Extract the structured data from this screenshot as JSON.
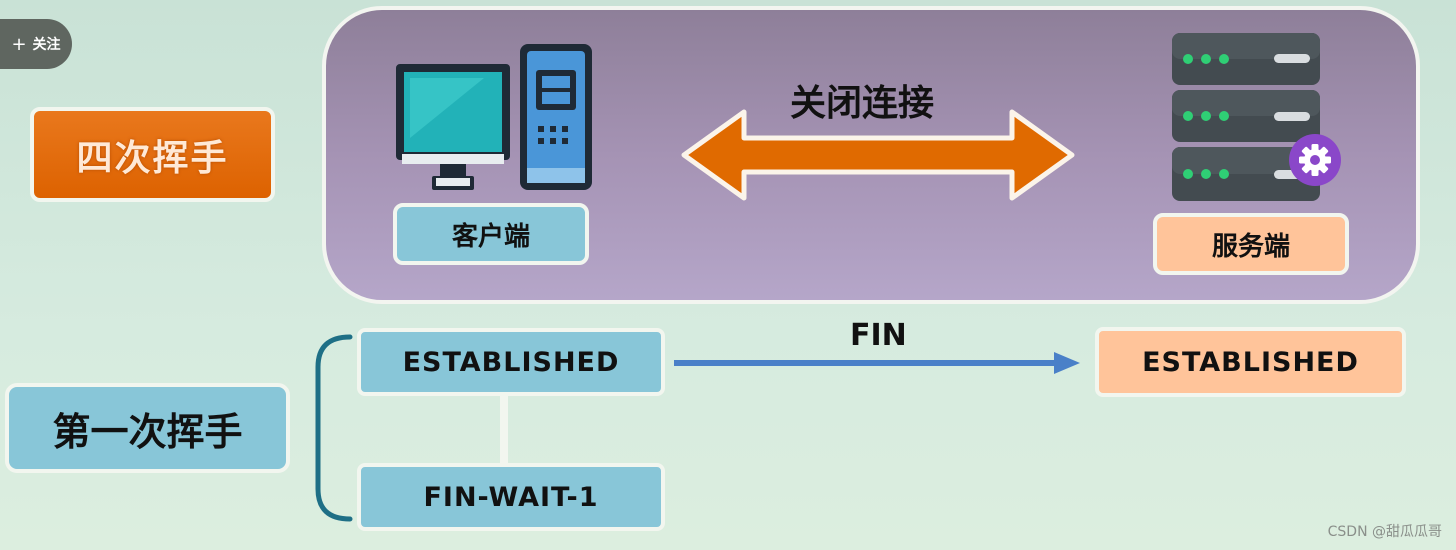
{
  "follow": {
    "icon": "plus-icon",
    "label": "关注"
  },
  "title": "四次挥手",
  "panel": {
    "arrow_label": "关闭连接",
    "client": {
      "icon": "desktop-computer-icon",
      "label": "客户端"
    },
    "server": {
      "icon": "server-rack-icon",
      "badge_icon": "gear-icon",
      "label": "服务端"
    }
  },
  "step": {
    "title": "第一次挥手",
    "client_states": [
      "ESTABLISHED",
      "FIN-WAIT-1"
    ],
    "message": "FIN",
    "server_state": "ESTABLISHED"
  },
  "credit": "CSDN @甜瓜瓜哥",
  "colors": {
    "orange": "#e06a00",
    "blue_box": "#88c6d8",
    "orange_box": "#ffc49a",
    "purple_panel": "#a593b4",
    "arrow_blue": "#4a80c8",
    "bracket": "#1e6f86"
  }
}
